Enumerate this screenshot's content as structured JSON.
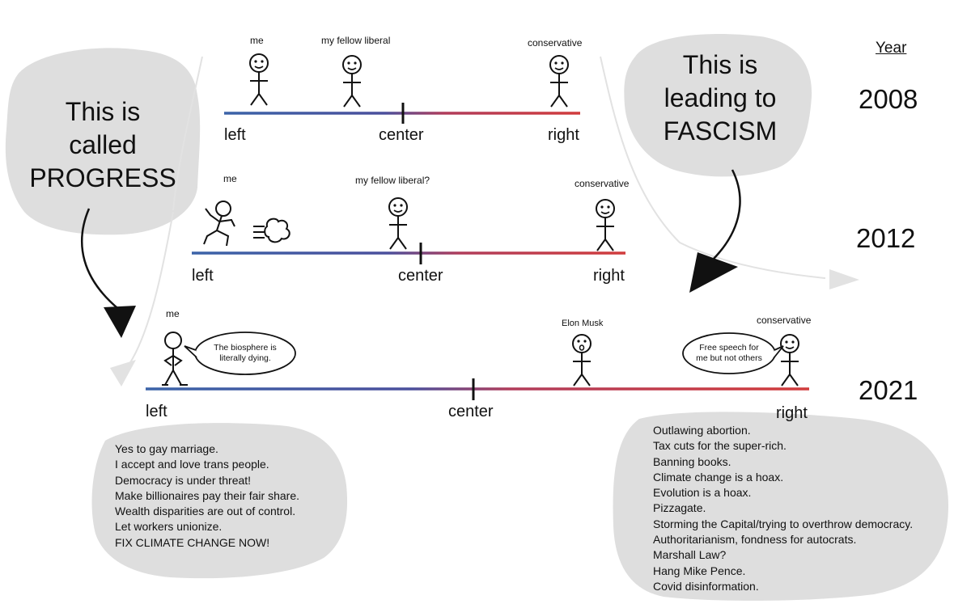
{
  "year_header": "Year",
  "rows": [
    {
      "year": "2008",
      "axis": {
        "left": "left",
        "center": "center",
        "right": "right"
      },
      "figures": [
        "me",
        "my fellow liberal",
        "conservative"
      ]
    },
    {
      "year": "2012",
      "axis": {
        "left": "left",
        "center": "center",
        "right": "right"
      },
      "figures": [
        "me",
        "my fellow liberal?",
        "conservative"
      ]
    },
    {
      "year": "2021",
      "axis": {
        "left": "left",
        "center": "center",
        "right": "right"
      },
      "figures": [
        "me",
        "Elon Musk",
        "conservative"
      ],
      "speech_left": "The biosphere is literally dying.",
      "speech_right": "Free speech for me but not others"
    }
  ],
  "callouts": {
    "left_lines": [
      "This is",
      "called",
      "PROGRESS"
    ],
    "right_lines": [
      "This is",
      "leading to",
      "FASCISM"
    ]
  },
  "left_list": [
    "Yes to gay marriage.",
    "I accept and love trans people.",
    "Democracy is under threat!",
    "Make billionaires pay their fair share.",
    "Wealth disparities are out of control.",
    "Let workers unionize.",
    "FIX CLIMATE CHANGE NOW!"
  ],
  "right_list": [
    "Outlawing abortion.",
    "Tax cuts for the super-rich.",
    "Banning books.",
    "Climate change is a hoax.",
    "Evolution is a hoax.",
    "Pizzagate.",
    "Storming the Capital/trying to overthrow democracy.",
    "Authoritarianism, fondness for autocrats.",
    "Marshall Law?",
    "Hang Mike Pence.",
    "Covid disinformation."
  ],
  "colors": {
    "left_blue": "#3b63a8",
    "right_red": "#d13c3c",
    "blob_gray": "#dedede",
    "ink": "#111111"
  }
}
